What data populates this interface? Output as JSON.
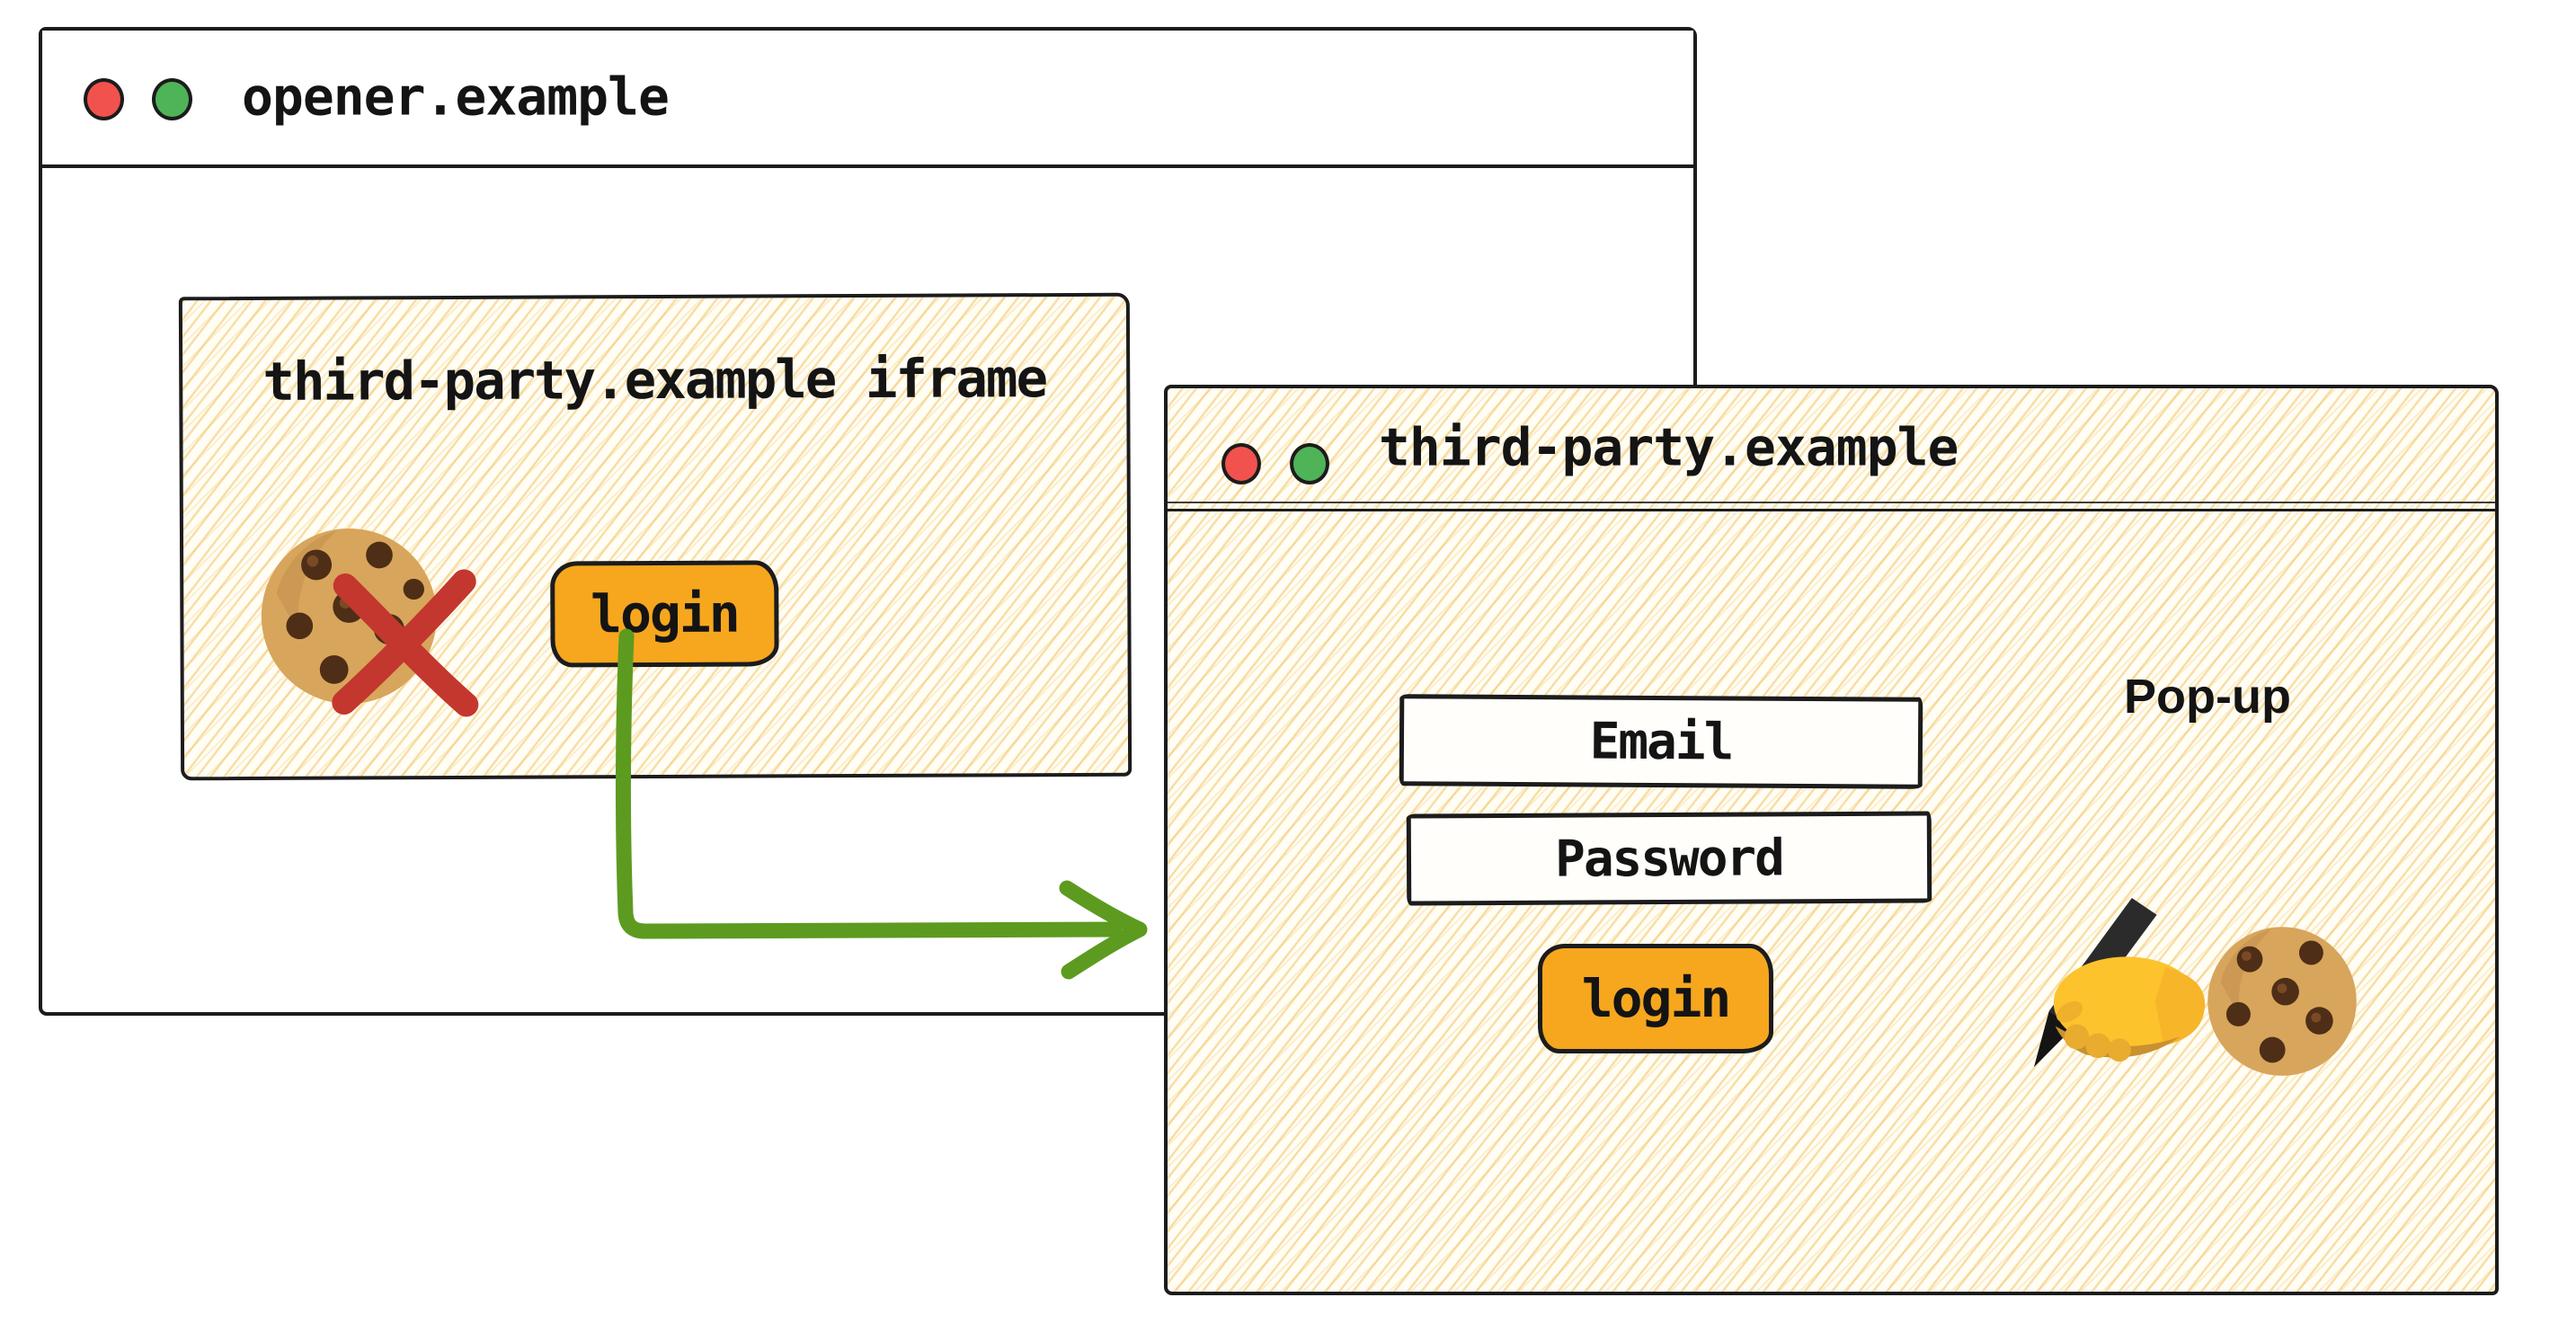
{
  "colors": {
    "ink": "#1c1c1c",
    "button_orange": "#F6A71E",
    "arrow_green": "#5C9B1F",
    "blocked_x_red": "#C3372E",
    "traffic_light_red": "#F2524D",
    "traffic_light_green": "#4FB358",
    "hatch_gold": "#F0C05C",
    "hatch_background": "#FFFDF4"
  },
  "opener_window": {
    "title": "opener.example",
    "traffic_lights": [
      "red",
      "green"
    ],
    "iframe": {
      "label": "third-party.example iframe",
      "cookie_icon": "cookie-emoji",
      "blocked_mark_icon": "red-x-cross",
      "login_button": "login"
    }
  },
  "arrow": {
    "meaning": "login click opens pop-up",
    "from": "iframe login button",
    "to": "pop-up window"
  },
  "popup_window": {
    "title": "third-party.example",
    "traffic_lights": [
      "red",
      "green"
    ],
    "annotation": "Pop-up",
    "fields": {
      "email": "Email",
      "password": "Password"
    },
    "login_button": "login",
    "icons": [
      "writing-hand-emoji",
      "cookie-emoji"
    ]
  }
}
